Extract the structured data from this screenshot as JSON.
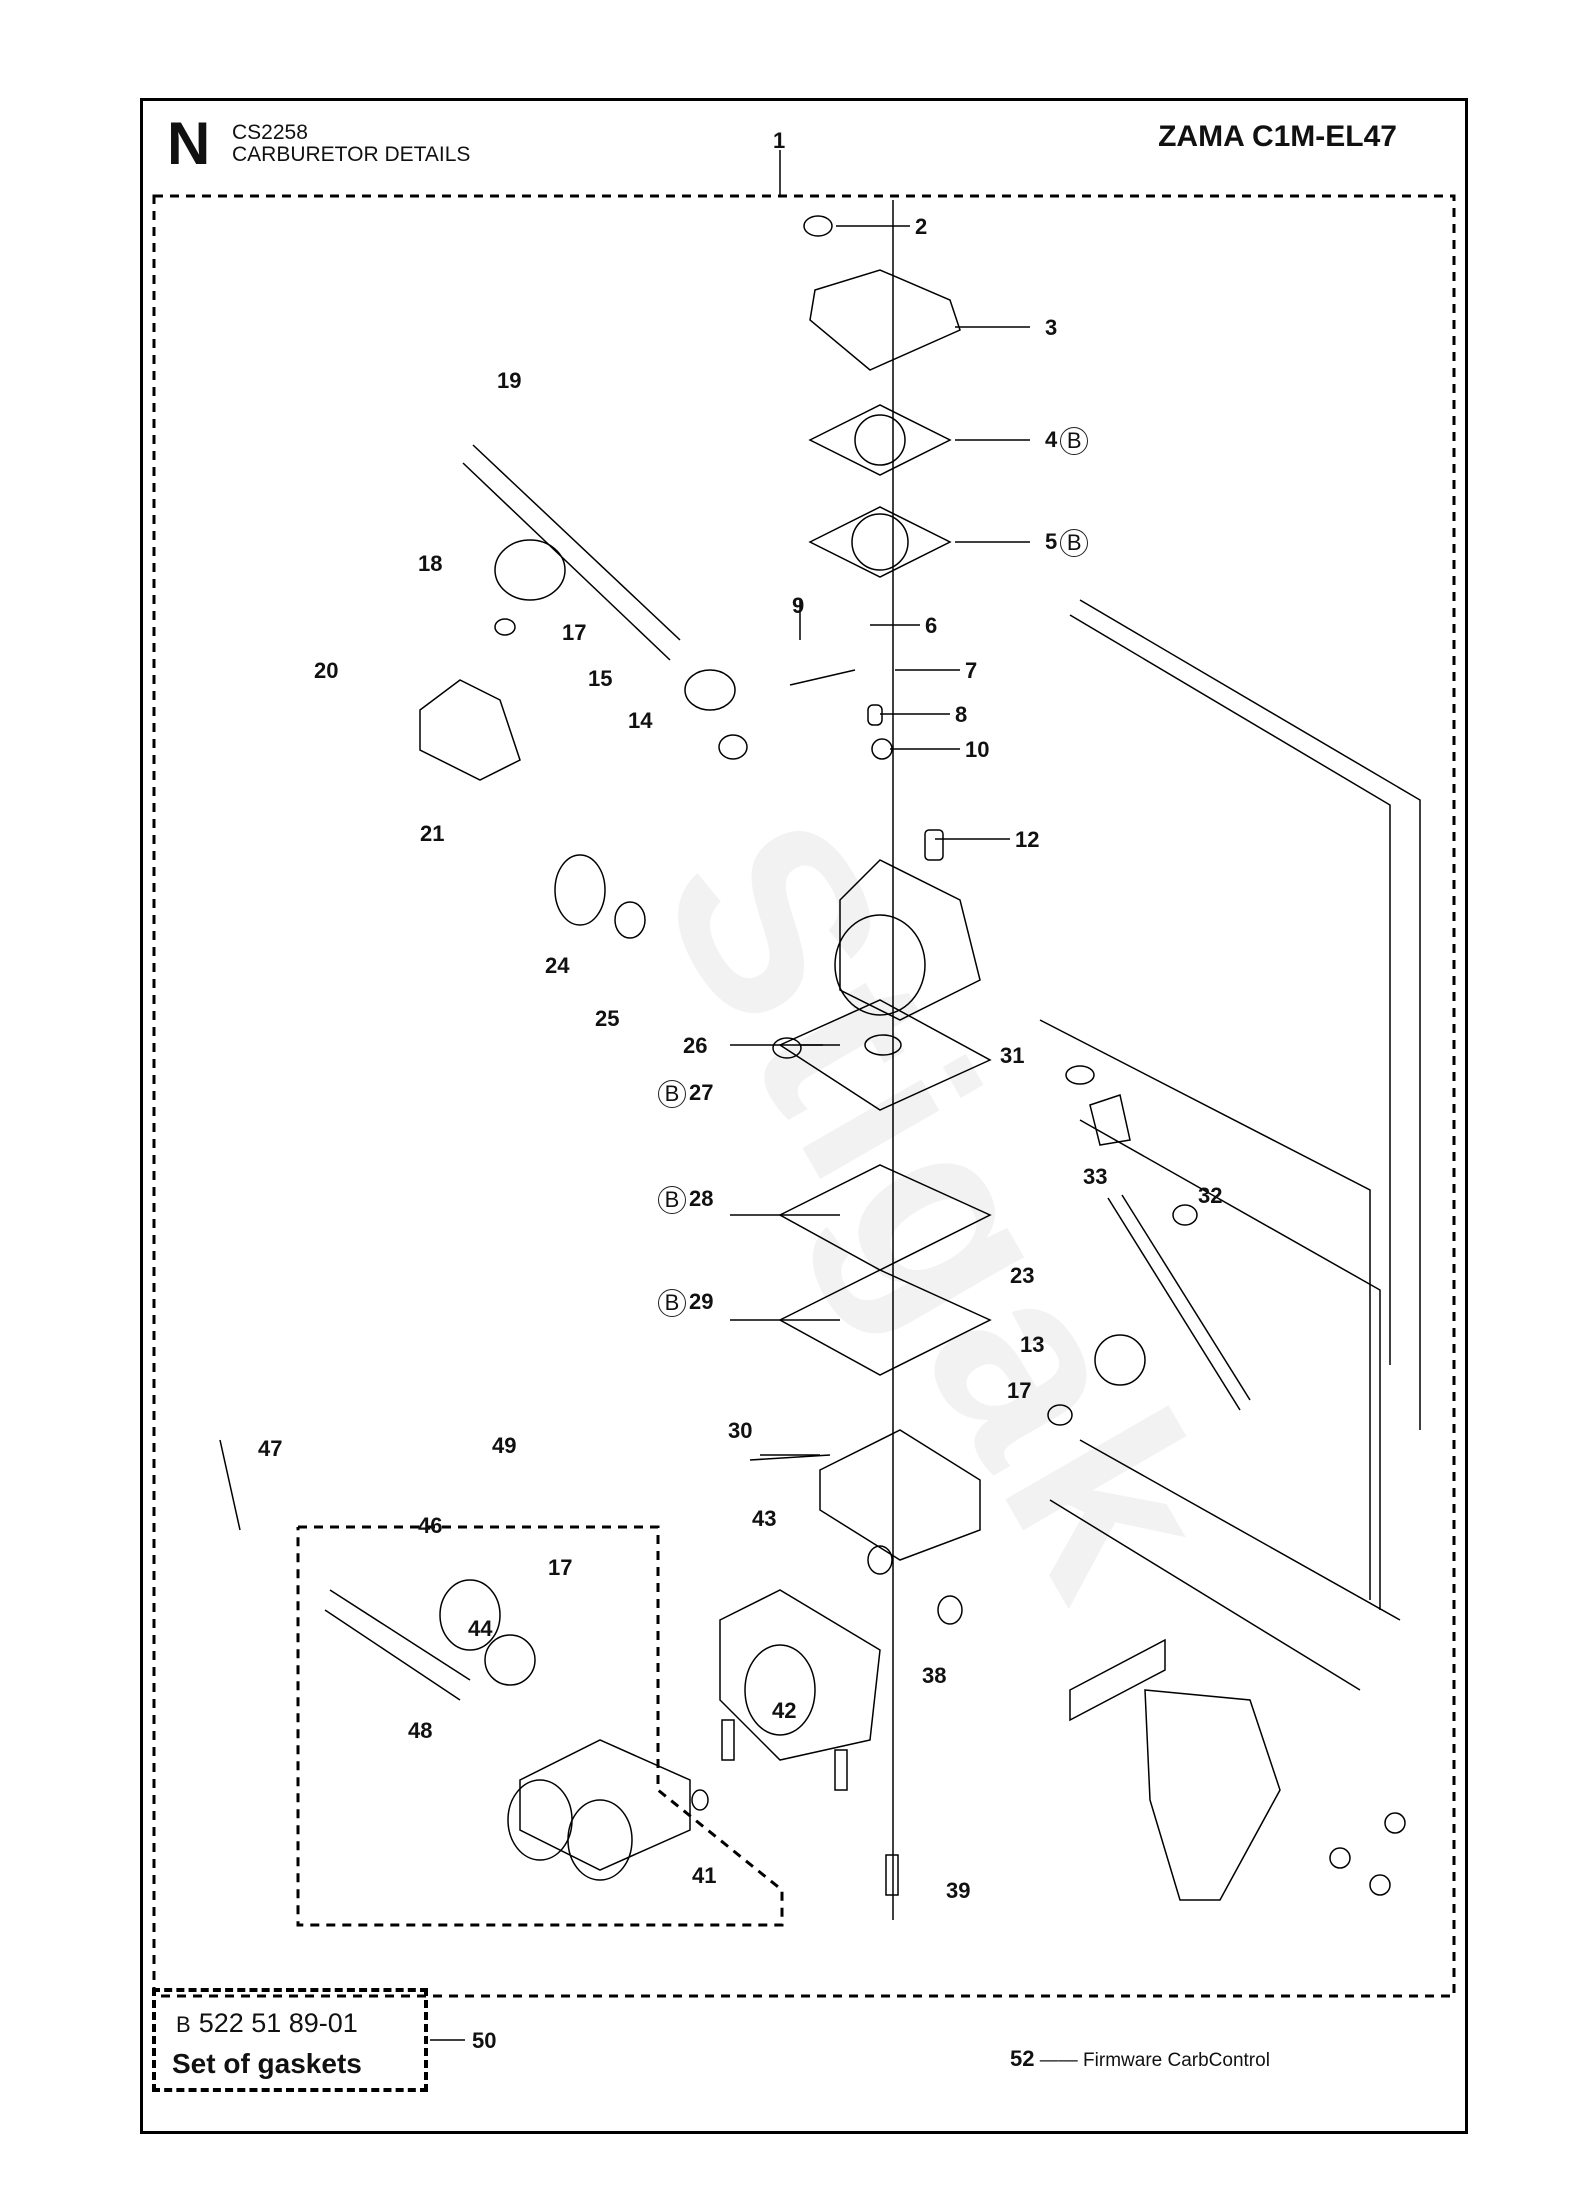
{
  "header": {
    "section_letter": "N",
    "model_code": "CS2258",
    "section_title": "CARBURETOR DETAILS",
    "carburetor_model": "ZAMA C1M-EL47"
  },
  "watermark": "Stigak",
  "callouts": [
    {
      "num": "1"
    },
    {
      "num": "2"
    },
    {
      "num": "3"
    },
    {
      "num": "4",
      "kit_marker": "B"
    },
    {
      "num": "5",
      "kit_marker": "B"
    },
    {
      "num": "6"
    },
    {
      "num": "7"
    },
    {
      "num": "8"
    },
    {
      "num": "9"
    },
    {
      "num": "10"
    },
    {
      "num": "12"
    },
    {
      "num": "13"
    },
    {
      "num": "14"
    },
    {
      "num": "15"
    },
    {
      "num": "17"
    },
    {
      "num": "17"
    },
    {
      "num": "17"
    },
    {
      "num": "18"
    },
    {
      "num": "19"
    },
    {
      "num": "20"
    },
    {
      "num": "21"
    },
    {
      "num": "23"
    },
    {
      "num": "24"
    },
    {
      "num": "25"
    },
    {
      "num": "26"
    },
    {
      "num": "27",
      "kit_marker": "B"
    },
    {
      "num": "28",
      "kit_marker": "B"
    },
    {
      "num": "29",
      "kit_marker": "B"
    },
    {
      "num": "30"
    },
    {
      "num": "31"
    },
    {
      "num": "32"
    },
    {
      "num": "33"
    },
    {
      "num": "38"
    },
    {
      "num": "39"
    },
    {
      "num": "41"
    },
    {
      "num": "42"
    },
    {
      "num": "43"
    },
    {
      "num": "44"
    },
    {
      "num": "46"
    },
    {
      "num": "47"
    },
    {
      "num": "48"
    },
    {
      "num": "49"
    },
    {
      "num": "50"
    }
  ],
  "kit": {
    "prefix": "B",
    "part_number": "522 51 89-01",
    "name": "Set of gaskets",
    "callout": "50"
  },
  "note": {
    "num": "52",
    "dash": "——",
    "text": "Firmware CarbControl"
  }
}
